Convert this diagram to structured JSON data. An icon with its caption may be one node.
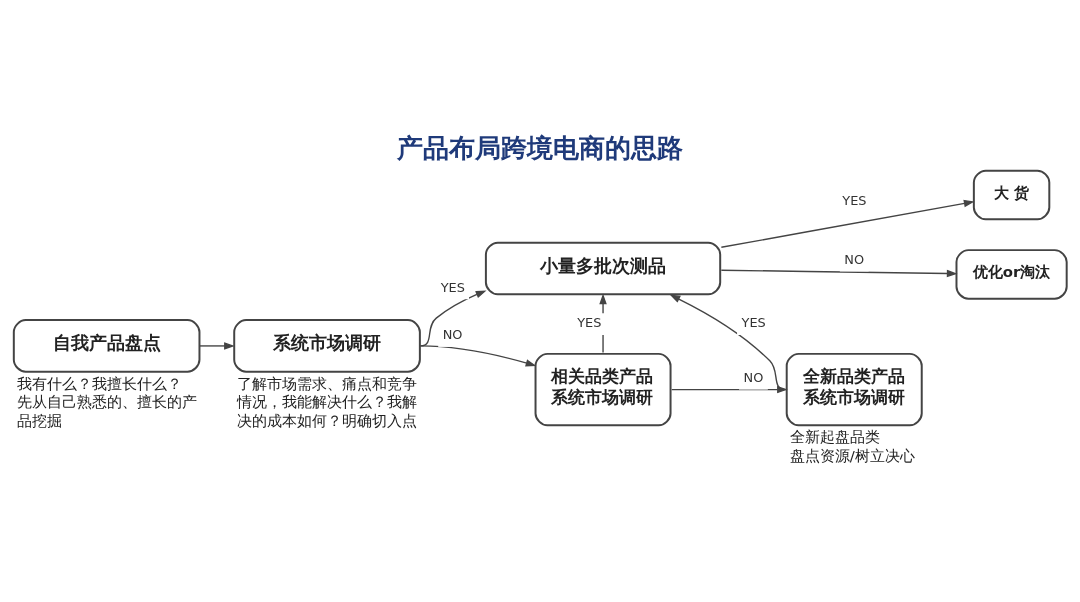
{
  "diagram": {
    "title": "产品布局跨境电商的思路",
    "nodes": [
      {
        "text": [
          "自我产品盘点"
        ],
        "beside": [
          "我有什么？我擅长什么？先从自己熟悉的、擅长的产品挖掘"
        ]
      },
      {
        "text": [
          "系统市场调研"
        ],
        "beside": [
          "了解市场需求、痛点和竞争情况，我能解决什么？我解决的成本如何？明确切入点"
        ]
      },
      {
        "text": [
          "小量多批次测品"
        ]
      },
      {
        "text": [
          "相关品类产品系统市场调研"
        ]
      },
      {
        "text": [
          "全新品类产品系统市场调研"
        ],
        "beside": [
          "全新起盘品类盘点资源/树立决心"
        ]
      },
      {
        "text": [
          "大 货"
        ]
      },
      {
        "text": [
          "优化or淘汰"
        ]
      }
    ],
    "edges": [
      {
        "from": 0,
        "to": 1,
        "arrow": "to"
      },
      {
        "from": 1,
        "to": 2,
        "arrow": "to",
        "label": "YES"
      },
      {
        "from": 1,
        "to": 3,
        "arrow": "to",
        "label": "NO"
      },
      {
        "from": 3,
        "to": 2,
        "arrow": "to",
        "label": "YES"
      },
      {
        "from": 3,
        "to": 4,
        "arrow": "to",
        "label": "NO"
      },
      {
        "from": 4,
        "to": 2,
        "arrow": "to",
        "label": "YES"
      },
      {
        "from": 2,
        "to": 5,
        "arrow": "to",
        "label": "YES"
      },
      {
        "from": 2,
        "to": 6,
        "arrow": "to",
        "label": "NO"
      }
    ]
  }
}
